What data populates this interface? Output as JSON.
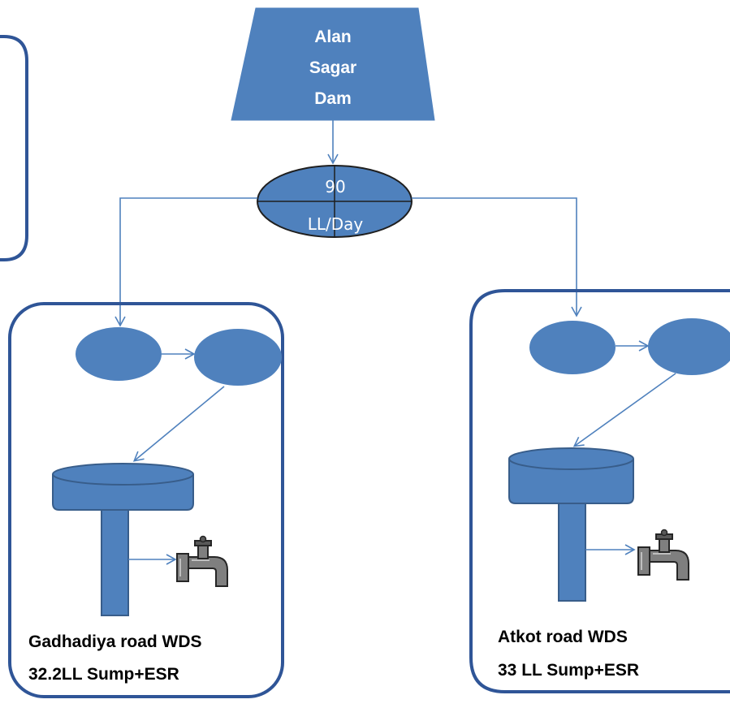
{
  "source": {
    "lines": [
      "Alan",
      "Sagar",
      "Dam"
    ]
  },
  "flow": {
    "value": "90",
    "unit": "LL/Day"
  },
  "left_system": {
    "title": "Gadhadiya road WDS",
    "capacity": "32.2LL Sump+ESR",
    "tap_icon": "tap-icon"
  },
  "right_system": {
    "title": "Atkot road WDS",
    "capacity": "33 LL Sump+ESR",
    "tap_icon": "tap-icon"
  },
  "colors": {
    "shape_fill": "#4f81bd",
    "shape_stroke": "#385d8a",
    "arrow": "#4f81bd",
    "box_border": "#2f5597",
    "text": "#000000",
    "faucet_body": "#7f7f7f",
    "faucet_dark": "#404040"
  }
}
